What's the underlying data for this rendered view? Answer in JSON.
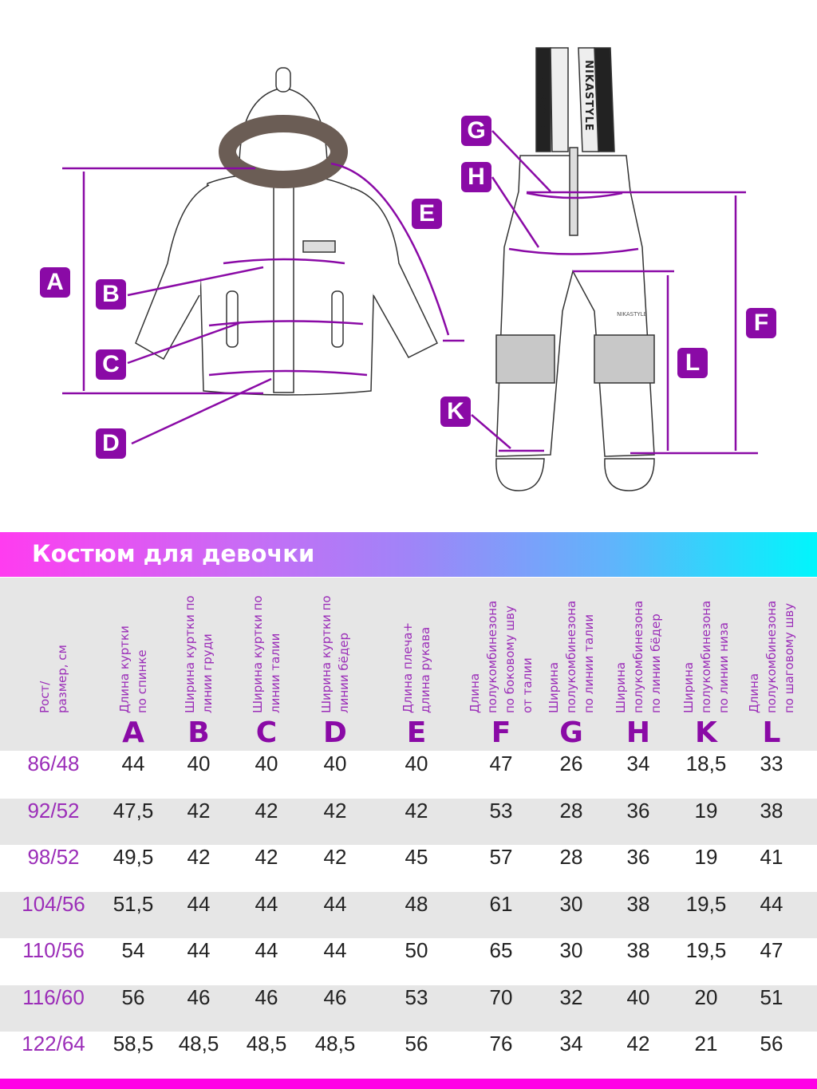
{
  "diagram": {
    "labels": [
      "A",
      "B",
      "C",
      "D",
      "E",
      "F",
      "G",
      "H",
      "K",
      "L"
    ],
    "brand_text": "NIKASTYLE",
    "accent_color": "#8a0aa6"
  },
  "title": "Костюм для девочки",
  "table": {
    "size_header": "Рост/\nразмер, см",
    "columns": [
      {
        "letter": "A",
        "desc": "Длина куртки\nпо спинке"
      },
      {
        "letter": "B",
        "desc": "Ширина куртки по\nлинии груди"
      },
      {
        "letter": "C",
        "desc": "Ширина куртки по\nлинии талии"
      },
      {
        "letter": "D",
        "desc": "Ширина куртки по\nлинии бёдер"
      },
      {
        "letter": "E",
        "desc": "Длина плеча+\nдлина рукава"
      },
      {
        "letter": "F",
        "desc": "Длина\nполукомбинезона\nпо боковому шву\nот талии"
      },
      {
        "letter": "G",
        "desc": "Ширина\nполукомбинезона\nпо линии талии"
      },
      {
        "letter": "H",
        "desc": "Ширина\nполукомбинезона\nпо линии бёдер"
      },
      {
        "letter": "K",
        "desc": "Ширина\nполукомбинезона\nпо линии низа"
      },
      {
        "letter": "L",
        "desc": "Длина\nполукомбинезона\nпо шаговому шву"
      }
    ],
    "rows": [
      [
        "86/48",
        "44",
        "40",
        "40",
        "40",
        "40",
        "47",
        "26",
        "34",
        "18,5",
        "33"
      ],
      [
        "92/52",
        "47,5",
        "42",
        "42",
        "42",
        "42",
        "53",
        "28",
        "36",
        "19",
        "38"
      ],
      [
        "98/52",
        "49,5",
        "42",
        "42",
        "42",
        "45",
        "57",
        "28",
        "36",
        "19",
        "41"
      ],
      [
        "104/56",
        "51,5",
        "44",
        "44",
        "44",
        "48",
        "61",
        "30",
        "38",
        "19,5",
        "44"
      ],
      [
        "110/56",
        "54",
        "44",
        "44",
        "44",
        "50",
        "65",
        "30",
        "38",
        "19,5",
        "47"
      ],
      [
        "116/60",
        "56",
        "46",
        "46",
        "46",
        "53",
        "70",
        "32",
        "40",
        "20",
        "51"
      ],
      [
        "122/64",
        "58,5",
        "48,5",
        "48,5",
        "48,5",
        "56",
        "76",
        "34",
        "42",
        "21",
        "56"
      ]
    ]
  }
}
